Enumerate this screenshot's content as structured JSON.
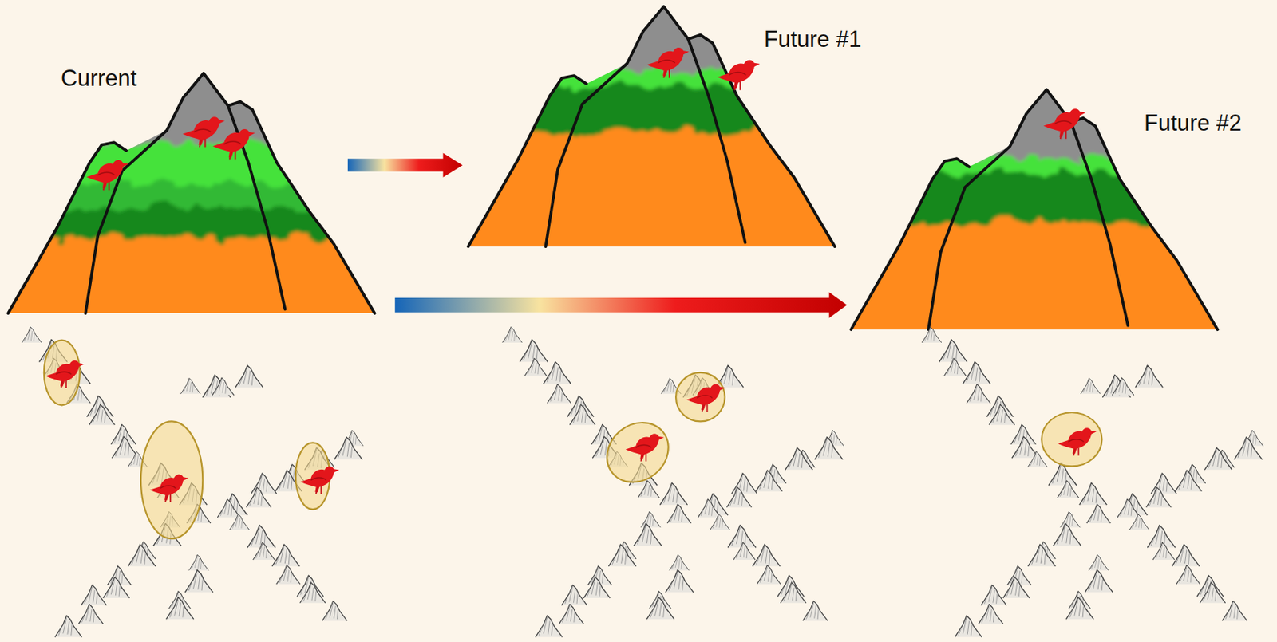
{
  "diagram": {
    "labels": [
      "Current",
      "Future #1",
      "Future #2"
    ]
  }
}
